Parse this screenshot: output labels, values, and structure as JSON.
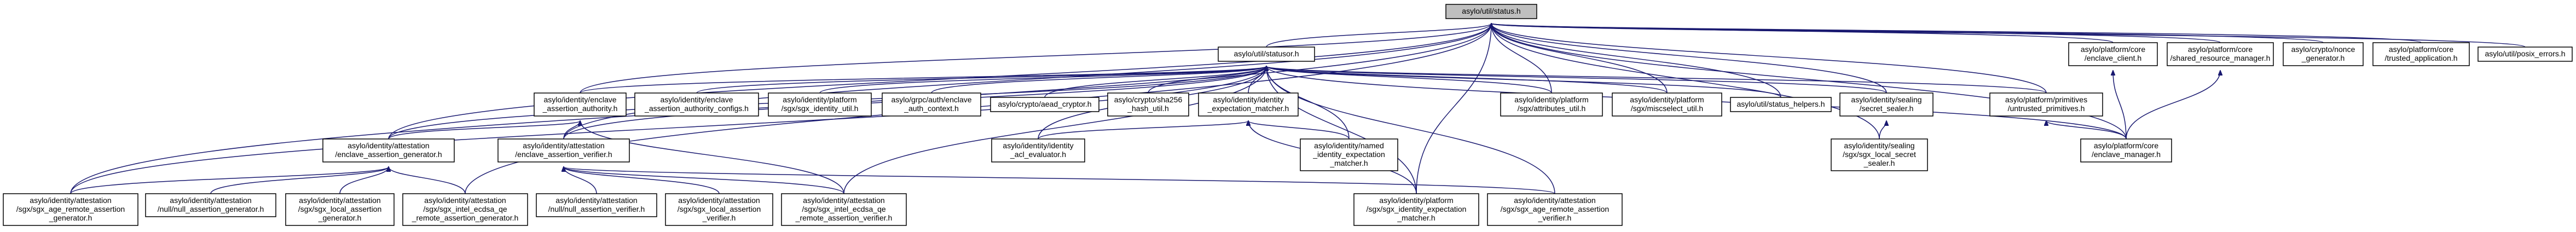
{
  "graph": {
    "nodes": [
      {
        "id": "status_h",
        "lines": [
          "asylo/util/status.h"
        ],
        "root": true
      },
      {
        "id": "statusor_h",
        "lines": [
          "asylo/util/statusor.h"
        ]
      },
      {
        "id": "enclave_client_h",
        "lines": [
          "asylo/platform/core",
          "/enclave_client.h"
        ]
      },
      {
        "id": "shared_resource_manager_h",
        "lines": [
          "asylo/platform/core",
          "/shared_resource_manager.h"
        ]
      },
      {
        "id": "nonce_generator_h",
        "lines": [
          "asylo/crypto/nonce",
          "_generator.h"
        ]
      },
      {
        "id": "trusted_application_h",
        "lines": [
          "asylo/platform/core",
          "/trusted_application.h"
        ]
      },
      {
        "id": "posix_errors_h",
        "lines": [
          "asylo/util/posix_errors.h"
        ]
      },
      {
        "id": "enclave_assertion_authority_h",
        "lines": [
          "asylo/identity/enclave",
          "_assertion_authority.h"
        ]
      },
      {
        "id": "enclave_assertion_authority_configs_h",
        "lines": [
          "asylo/identity/enclave",
          "_assertion_authority_configs.h"
        ]
      },
      {
        "id": "sgx_identity_util_h",
        "lines": [
          "asylo/identity/platform",
          "/sgx/sgx_identity_util.h"
        ]
      },
      {
        "id": "enclave_auth_context_h",
        "lines": [
          "asylo/grpc/auth/enclave",
          "_auth_context.h"
        ]
      },
      {
        "id": "aead_cryptor_h",
        "lines": [
          "asylo/crypto/aead_cryptor.h"
        ]
      },
      {
        "id": "sha256_hash_util_h",
        "lines": [
          "asylo/crypto/sha256",
          "_hash_util.h"
        ]
      },
      {
        "id": "identity_expectation_matcher_h",
        "lines": [
          "asylo/identity/identity",
          "_expectation_matcher.h"
        ]
      },
      {
        "id": "attributes_util_h",
        "lines": [
          "asylo/identity/platform",
          "/sgx/attributes_util.h"
        ]
      },
      {
        "id": "miscselect_util_h",
        "lines": [
          "asylo/identity/platform",
          "/sgx/miscselect_util.h"
        ]
      },
      {
        "id": "status_helpers_h",
        "lines": [
          "asylo/util/status_helpers.h"
        ]
      },
      {
        "id": "secret_sealer_h",
        "lines": [
          "asylo/identity/sealing",
          "/secret_sealer.h"
        ]
      },
      {
        "id": "untrusted_primitives_h",
        "lines": [
          "asylo/platform/primitives",
          "/untrusted_primitives.h"
        ]
      },
      {
        "id": "enclave_assertion_generator_h",
        "lines": [
          "asylo/identity/attestation",
          "/enclave_assertion_generator.h"
        ]
      },
      {
        "id": "enclave_assertion_verifier_h",
        "lines": [
          "asylo/identity/attestation",
          "/enclave_assertion_verifier.h"
        ]
      },
      {
        "id": "acl_evaluator_h",
        "lines": [
          "asylo/identity/identity",
          "_acl_evaluator.h"
        ]
      },
      {
        "id": "named_identity_expectation_matcher_h",
        "lines": [
          "asylo/identity/named",
          "_identity_expectation",
          "_matcher.h"
        ]
      },
      {
        "id": "sgx_local_secret_sealer_h",
        "lines": [
          "asylo/identity/sealing",
          "/sgx/sgx_local_secret",
          "_sealer.h"
        ]
      },
      {
        "id": "enclave_manager_h",
        "lines": [
          "asylo/platform/core",
          "/enclave_manager.h"
        ]
      },
      {
        "id": "sgx_age_remote_assertion_generator_h",
        "lines": [
          "asylo/identity/attestation",
          "/sgx/sgx_age_remote_assertion",
          "_generator.h"
        ]
      },
      {
        "id": "null_assertion_generator_h",
        "lines": [
          "asylo/identity/attestation",
          "/null/null_assertion_generator.h"
        ]
      },
      {
        "id": "sgx_local_assertion_generator_h",
        "lines": [
          "asylo/identity/attestation",
          "/sgx/sgx_local_assertion",
          "_generator.h"
        ]
      },
      {
        "id": "sgx_intel_ecdsa_qe_remote_assertion_generator_h",
        "lines": [
          "asylo/identity/attestation",
          "/sgx/sgx_intel_ecdsa_qe",
          "_remote_assertion_generator.h"
        ]
      },
      {
        "id": "null_assertion_verifier_h",
        "lines": [
          "asylo/identity/attestation",
          "/null/null_assertion_verifier.h"
        ]
      },
      {
        "id": "sgx_local_assertion_verifier_h",
        "lines": [
          "asylo/identity/attestation",
          "/sgx/sgx_local_assertion",
          "_verifier.h"
        ]
      },
      {
        "id": "sgx_intel_ecdsa_qe_remote_assertion_verifier_h",
        "lines": [
          "asylo/identity/attestation",
          "/sgx/sgx_intel_ecdsa_qe",
          "_remote_assertion_verifier.h"
        ]
      },
      {
        "id": "sgx_identity_expectation_matcher_h",
        "lines": [
          "asylo/identity/platform",
          "/sgx/sgx_identity_expectation",
          "_matcher.h"
        ]
      },
      {
        "id": "sgx_age_remote_assertion_verifier_h",
        "lines": [
          "asylo/identity/attestation",
          "/sgx/sgx_age_remote_assertion",
          "_verifier.h"
        ]
      }
    ],
    "edges": [
      [
        "statusor_h",
        "status_h"
      ],
      [
        "enclave_client_h",
        "status_h"
      ],
      [
        "shared_resource_manager_h",
        "status_h"
      ],
      [
        "nonce_generator_h",
        "status_h"
      ],
      [
        "trusted_application_h",
        "status_h"
      ],
      [
        "posix_errors_h",
        "status_h"
      ],
      [
        "enclave_assertion_authority_h",
        "status_h"
      ],
      [
        "attributes_util_h",
        "status_h"
      ],
      [
        "miscselect_util_h",
        "status_h"
      ],
      [
        "status_helpers_h",
        "status_h"
      ],
      [
        "secret_sealer_h",
        "status_h"
      ],
      [
        "untrusted_primitives_h",
        "status_h"
      ],
      [
        "enclave_manager_h",
        "status_h"
      ],
      [
        "enclave_assertion_generator_h",
        "status_h"
      ],
      [
        "enclave_assertion_verifier_h",
        "status_h"
      ],
      [
        "sgx_age_remote_assertion_generator_h",
        "status_h"
      ],
      [
        "sgx_intel_ecdsa_qe_remote_assertion_generator_h",
        "status_h"
      ],
      [
        "sgx_local_secret_sealer_h",
        "status_h"
      ],
      [
        "sgx_identity_expectation_matcher_h",
        "status_h"
      ],
      [
        "enclave_assertion_authority_h",
        "statusor_h"
      ],
      [
        "enclave_assertion_authority_configs_h",
        "statusor_h"
      ],
      [
        "sgx_identity_util_h",
        "statusor_h"
      ],
      [
        "enclave_auth_context_h",
        "statusor_h"
      ],
      [
        "aead_cryptor_h",
        "statusor_h"
      ],
      [
        "sha256_hash_util_h",
        "statusor_h"
      ],
      [
        "identity_expectation_matcher_h",
        "statusor_h"
      ],
      [
        "attributes_util_h",
        "statusor_h"
      ],
      [
        "miscselect_util_h",
        "statusor_h"
      ],
      [
        "status_helpers_h",
        "statusor_h"
      ],
      [
        "secret_sealer_h",
        "statusor_h"
      ],
      [
        "untrusted_primitives_h",
        "statusor_h"
      ],
      [
        "enclave_assertion_generator_h",
        "statusor_h"
      ],
      [
        "enclave_assertion_verifier_h",
        "statusor_h"
      ],
      [
        "acl_evaluator_h",
        "statusor_h"
      ],
      [
        "named_identity_expectation_matcher_h",
        "statusor_h"
      ],
      [
        "enclave_manager_h",
        "statusor_h"
      ],
      [
        "sgx_age_remote_assertion_generator_h",
        "statusor_h"
      ],
      [
        "sgx_intel_ecdsa_qe_remote_assertion_verifier_h",
        "statusor_h"
      ],
      [
        "sgx_identity_expectation_matcher_h",
        "statusor_h"
      ],
      [
        "sgx_age_remote_assertion_verifier_h",
        "statusor_h"
      ],
      [
        "enclave_manager_h",
        "enclave_client_h"
      ],
      [
        "enclave_manager_h",
        "shared_resource_manager_h"
      ],
      [
        "enclave_assertion_generator_h",
        "enclave_assertion_authority_h"
      ],
      [
        "enclave_assertion_verifier_h",
        "enclave_assertion_authority_h"
      ],
      [
        "sgx_intel_ecdsa_qe_remote_assertion_verifier_h",
        "enclave_assertion_authority_h"
      ],
      [
        "acl_evaluator_h",
        "identity_expectation_matcher_h"
      ],
      [
        "named_identity_expectation_matcher_h",
        "identity_expectation_matcher_h"
      ],
      [
        "sgx_identity_expectation_matcher_h",
        "identity_expectation_matcher_h"
      ],
      [
        "sgx_local_secret_sealer_h",
        "secret_sealer_h"
      ],
      [
        "enclave_manager_h",
        "untrusted_primitives_h"
      ],
      [
        "sgx_age_remote_assertion_generator_h",
        "enclave_assertion_generator_h"
      ],
      [
        "null_assertion_generator_h",
        "enclave_assertion_generator_h"
      ],
      [
        "sgx_local_assertion_generator_h",
        "enclave_assertion_generator_h"
      ],
      [
        "sgx_intel_ecdsa_qe_remote_assertion_generator_h",
        "enclave_assertion_generator_h"
      ],
      [
        "null_assertion_verifier_h",
        "enclave_assertion_verifier_h"
      ],
      [
        "sgx_local_assertion_verifier_h",
        "enclave_assertion_verifier_h"
      ],
      [
        "sgx_intel_ecdsa_qe_remote_assertion_verifier_h",
        "enclave_assertion_verifier_h"
      ],
      [
        "sgx_age_remote_assertion_verifier_h",
        "enclave_assertion_verifier_h"
      ]
    ]
  }
}
